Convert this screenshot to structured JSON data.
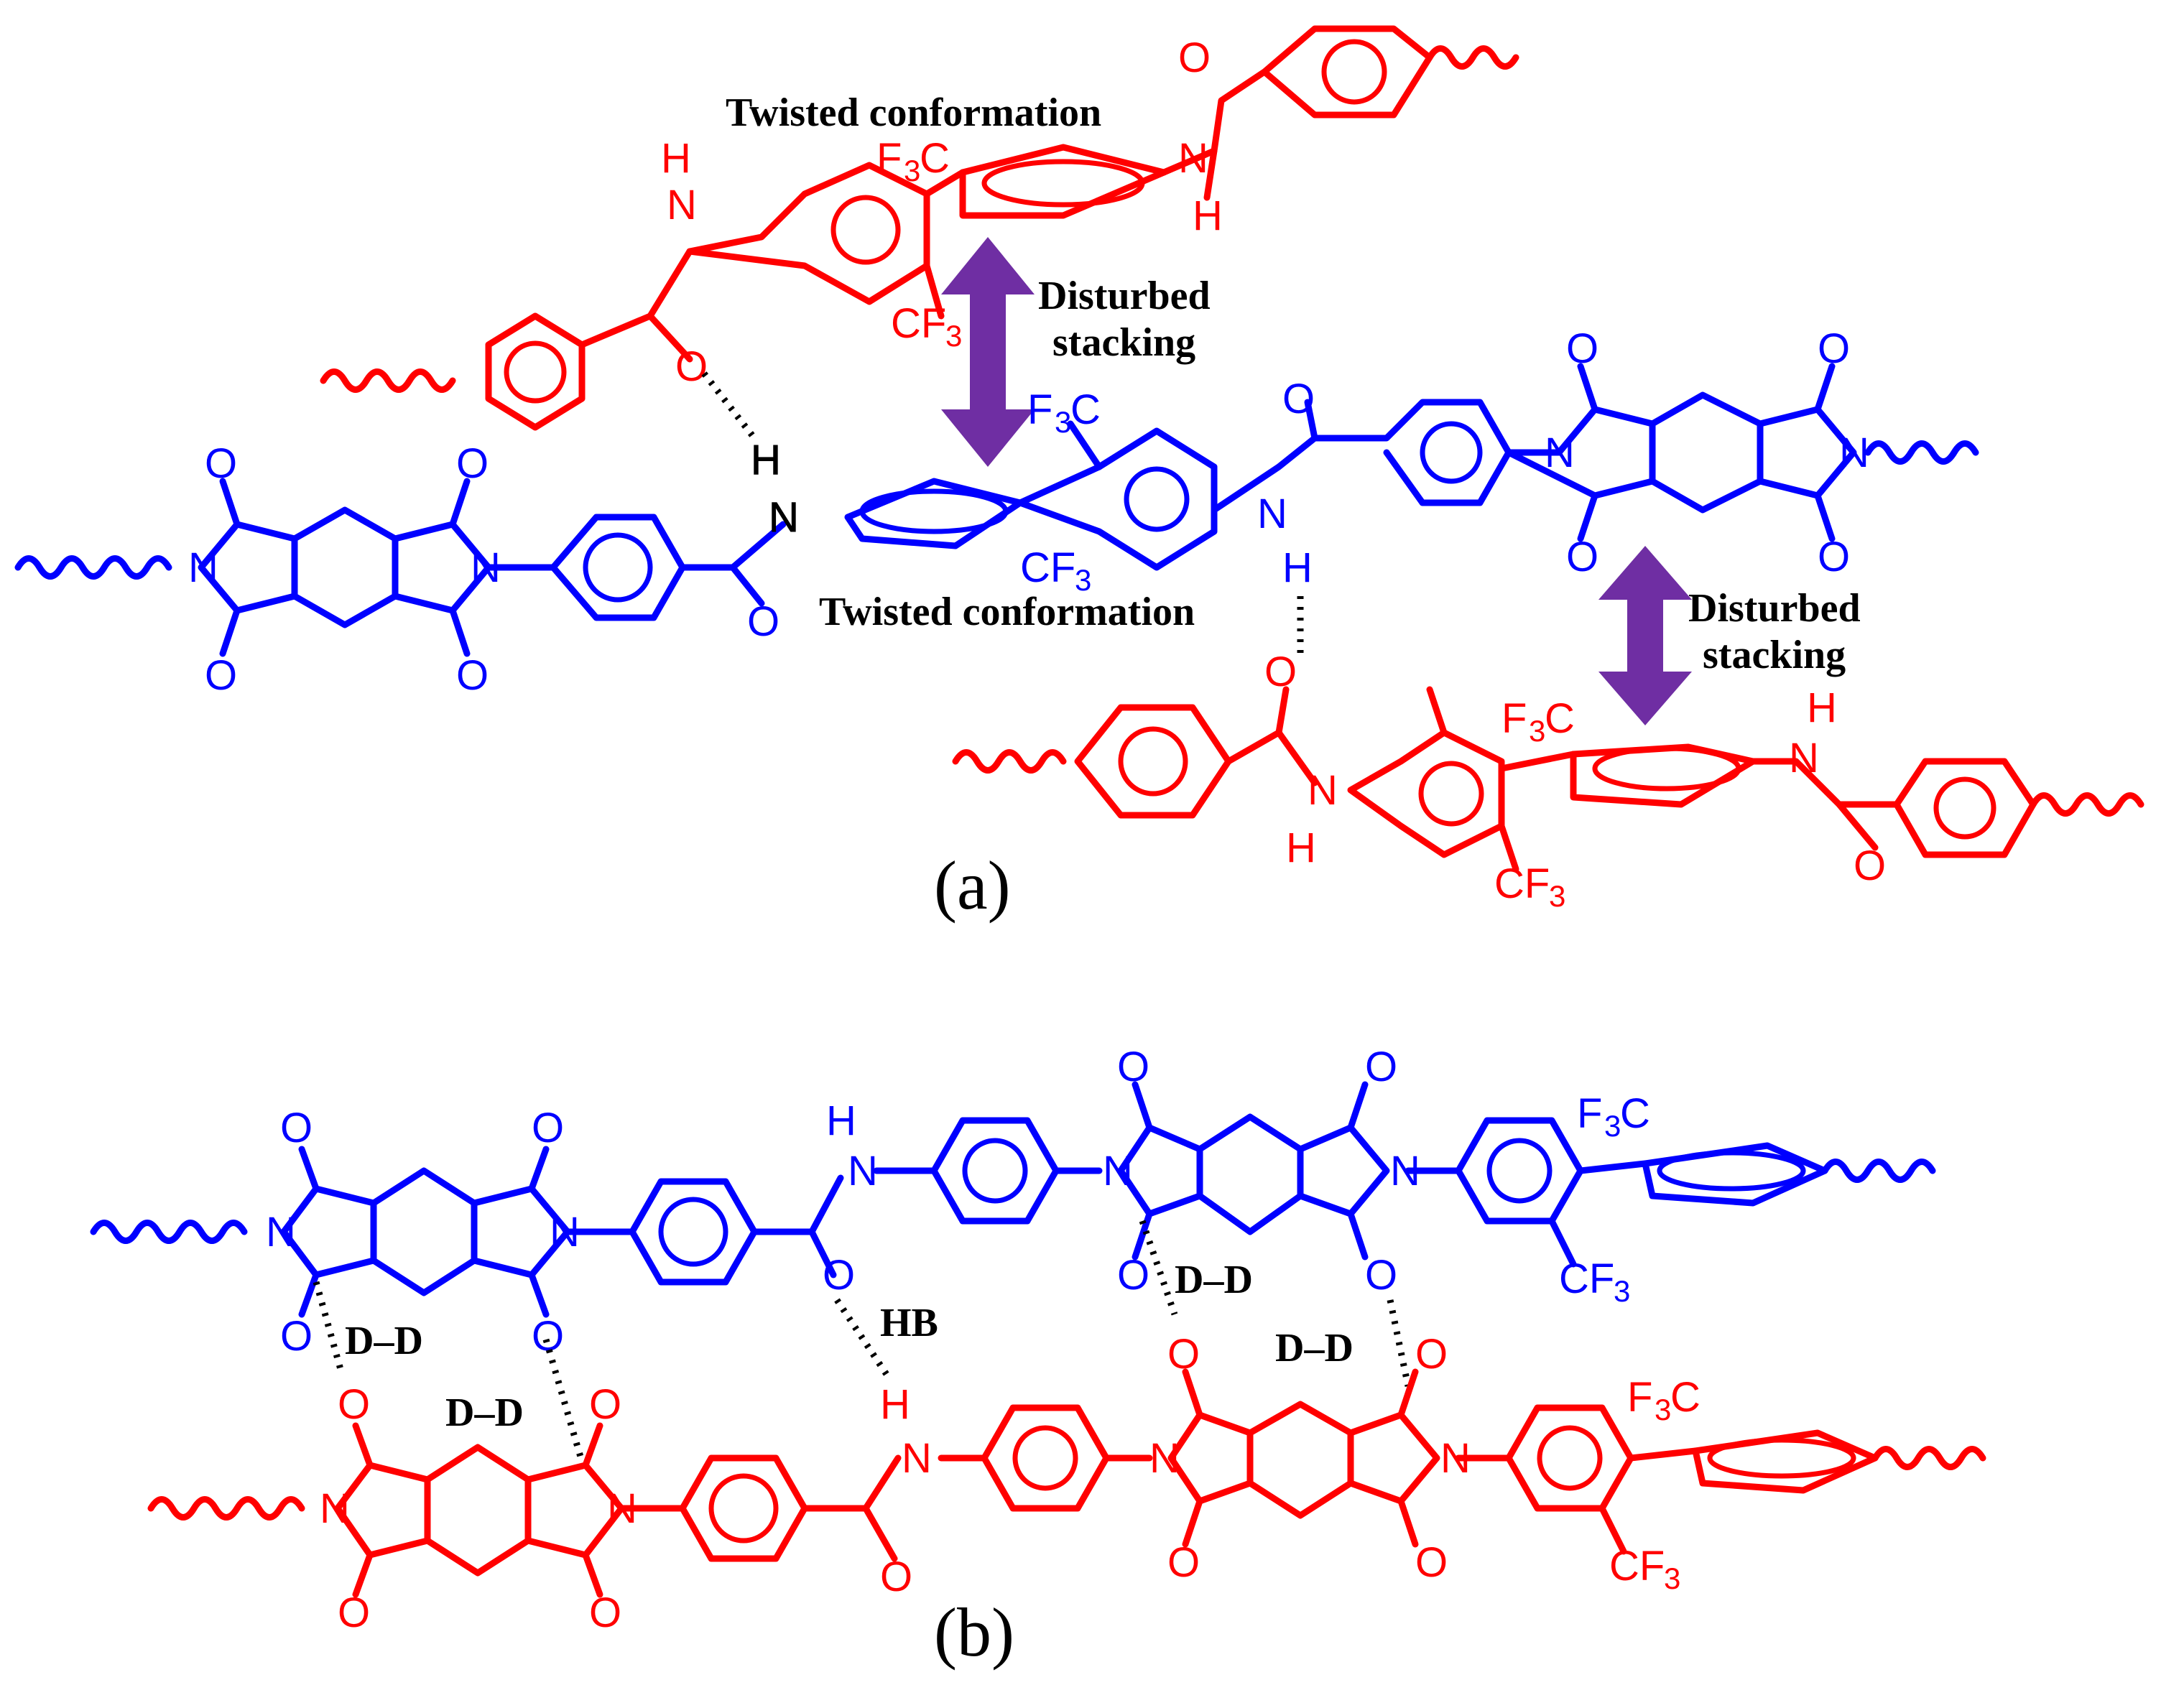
{
  "colors": {
    "upper_chain_a": "#ff0000",
    "blue_chain": "#0000ff",
    "red_chain": "#ff0000",
    "arrow": "#6f2ea3",
    "hbond": "#000000"
  },
  "panel_a": {
    "label": "(a)",
    "twisted_top": "Twisted conformation",
    "twisted_mid": "Twisted conformation",
    "disturbed_1": "Disturbed",
    "stacking_1": "stacking",
    "disturbed_2": "Disturbed",
    "stacking_2": "stacking"
  },
  "panel_b": {
    "label": "(b)",
    "dd_1": "D–D",
    "dd_2": "D–D",
    "dd_3": "D–D",
    "dd_4": "D–D",
    "hb": "HB"
  },
  "atoms": {
    "O": "O",
    "N": "N",
    "H": "H",
    "CF3": "CF",
    "F3C": "F",
    "sub3": "3",
    "C": "C"
  },
  "icons": [
    "double-headed-arrow-icon",
    "hydrogen-bond-dash-icon",
    "wavy-chain-end-icon"
  ]
}
